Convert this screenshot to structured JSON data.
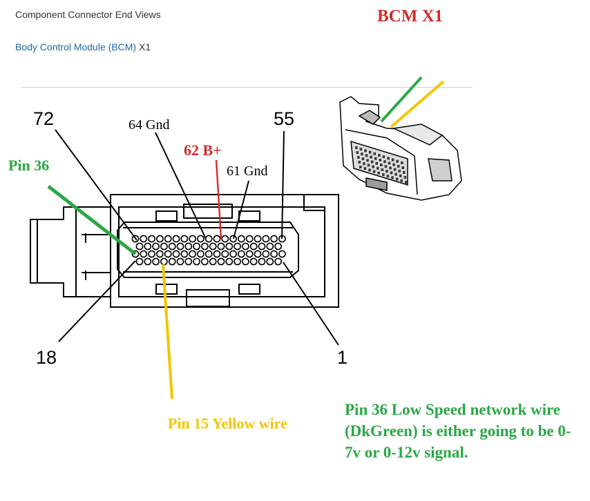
{
  "header": {
    "title": "Component Connector End Views",
    "subtitle_link1": "Body Control Module (",
    "subtitle_link2": "BCM",
    "subtitle_link3": ")",
    "subtitle_plain": " X1"
  },
  "annotations": {
    "bcm_title": "BCM X1",
    "pin72": "72",
    "pin55": "55",
    "pin18": "18",
    "pin1": "1",
    "pin64": "64 Gnd",
    "pin62": "62 B+",
    "pin61": "61 Gnd",
    "pin36": "Pin 36",
    "pin15_note": "Pin 15 Yellow wire",
    "pin36_note": "Pin 36 Low Speed network wire (DkGreen) is either going to be 0-7v or 0-12v signal."
  },
  "colors": {
    "red": "#d12b2b",
    "green": "#2aa845",
    "yellow": "#f2c500",
    "link": "#1a6aa3"
  },
  "icons": [
    "connector-end-view-diagram",
    "connector-photo-illustration"
  ]
}
